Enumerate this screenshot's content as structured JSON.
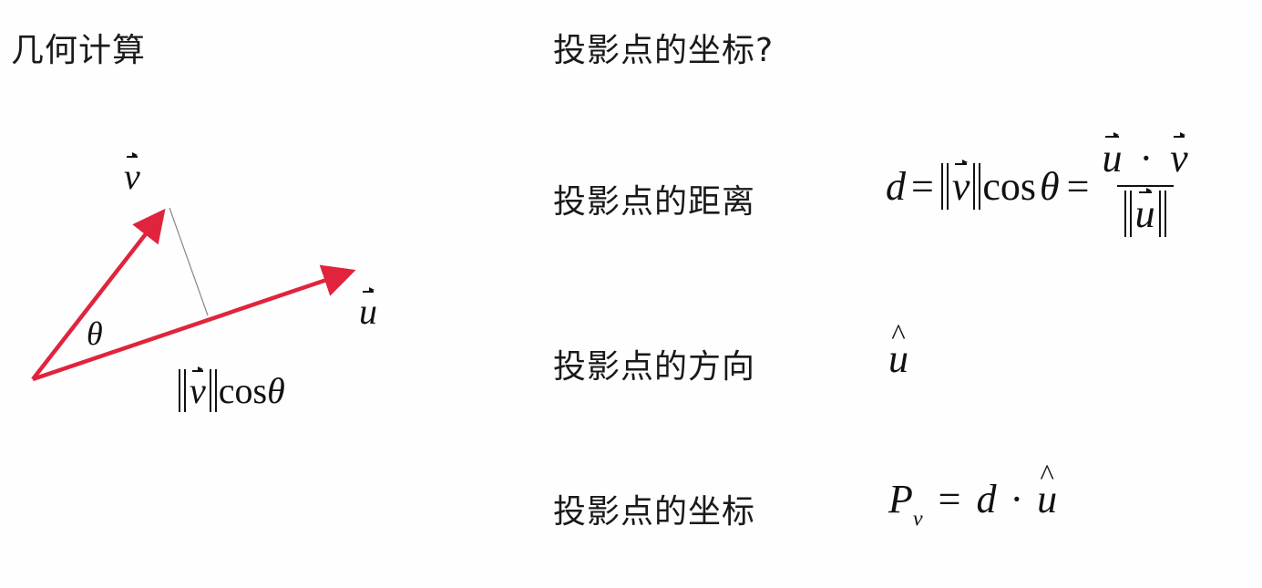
{
  "page": {
    "title": "几何计算",
    "question": "投影点的坐标?"
  },
  "diagram": {
    "arrow_color": "#e0243e",
    "projection_line_color": "#777777",
    "label_v": "v",
    "label_u": "u",
    "label_theta": "θ",
    "projection_label": {
      "norm_var": "v",
      "func": "cos",
      "angle": "θ"
    }
  },
  "rows": [
    {
      "label": "投影点的距离",
      "formula": {
        "lhs": "d",
        "eq1": "=",
        "norm_var": "v",
        "func": "cos",
        "angle": "θ",
        "eq2": "=",
        "num_a": "u",
        "dot": "·",
        "num_b": "v",
        "den_var": "u"
      }
    },
    {
      "label": "投影点的方向",
      "formula": {
        "var": "u"
      }
    },
    {
      "label": "投影点的坐标",
      "formula": {
        "lhs": "P",
        "sub": "v",
        "eq": "=",
        "d": "d",
        "dot": "·",
        "hat_var": "u"
      }
    }
  ]
}
